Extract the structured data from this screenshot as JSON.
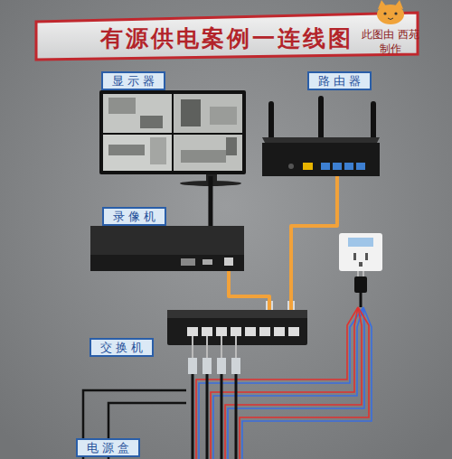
{
  "diagram": {
    "title": "有源供电案例一连线图",
    "nodes": [
      {
        "text": [
          "显示器"
        ]
      },
      {
        "text": [
          "路由器"
        ]
      },
      {
        "text": [
          "录像机"
        ]
      },
      {
        "text": [
          "交换机"
        ]
      },
      {
        "text": [
          "电源盒"
        ]
      }
    ],
    "edges": [
      {
        "from": 0,
        "to": 2,
        "arrow": "none"
      },
      {
        "from": 2,
        "to": 3,
        "arrow": "none"
      },
      {
        "from": 1,
        "to": 3,
        "arrow": "none"
      }
    ],
    "labels": [
      "此图由 西苑制作"
    ]
  }
}
